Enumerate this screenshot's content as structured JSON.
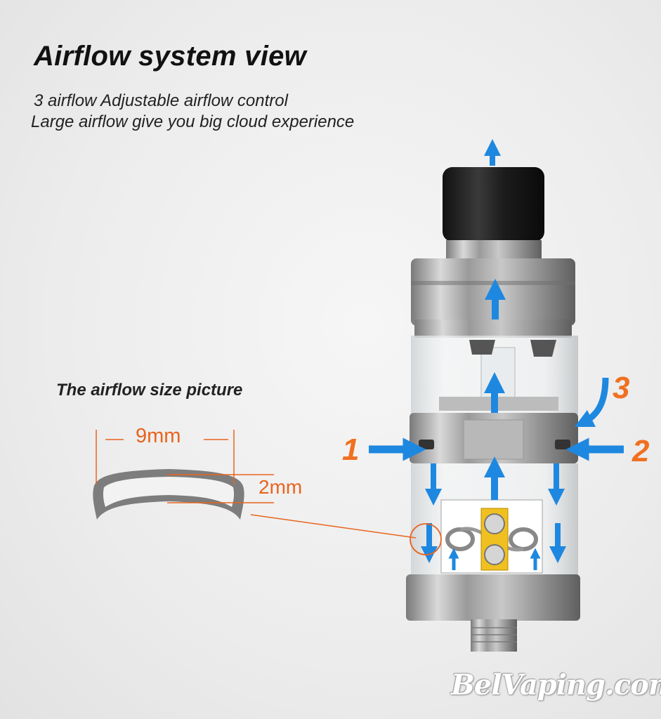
{
  "header": {
    "title": "Airflow system view",
    "subtitle_line1": "3 airflow  Adjustable airflow control",
    "subtitle_line2": "Large airflow  give you big cloud experience"
  },
  "size_picture": {
    "title": "The airflow size picture",
    "width_label": "9mm",
    "height_label": "2mm"
  },
  "airflow_markers": {
    "one": "1",
    "two": "2",
    "three": "3"
  },
  "watermark": "BelVaping.com",
  "colors": {
    "accent_orange": "#f07020",
    "arrow_blue": "#1e88e0",
    "steel": "#a9a9a9",
    "drip_tip": "#1f1f1f",
    "coil_block": "#f0c020"
  }
}
